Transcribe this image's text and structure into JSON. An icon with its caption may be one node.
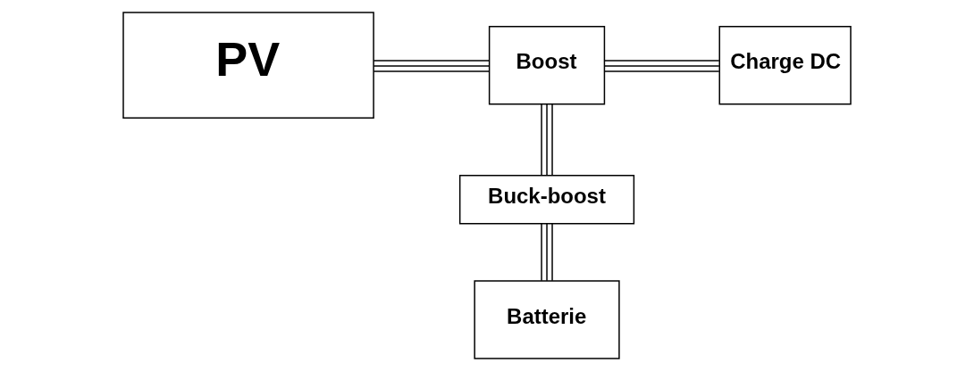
{
  "diagram": {
    "nodes": [
      {
        "text": [
          "PV"
        ]
      },
      {
        "text": [
          "Boost"
        ]
      },
      {
        "text": [
          "Charge DC"
        ]
      },
      {
        "text": [
          "Buck-boost"
        ]
      },
      {
        "text": [
          "Batterie"
        ]
      }
    ],
    "edges": [
      {
        "from": 0,
        "to": 1,
        "arrow": "none"
      },
      {
        "from": 1,
        "to": 2,
        "arrow": "none"
      },
      {
        "from": 1,
        "to": 3,
        "arrow": "none"
      },
      {
        "from": 3,
        "to": 4,
        "arrow": "none"
      }
    ]
  }
}
